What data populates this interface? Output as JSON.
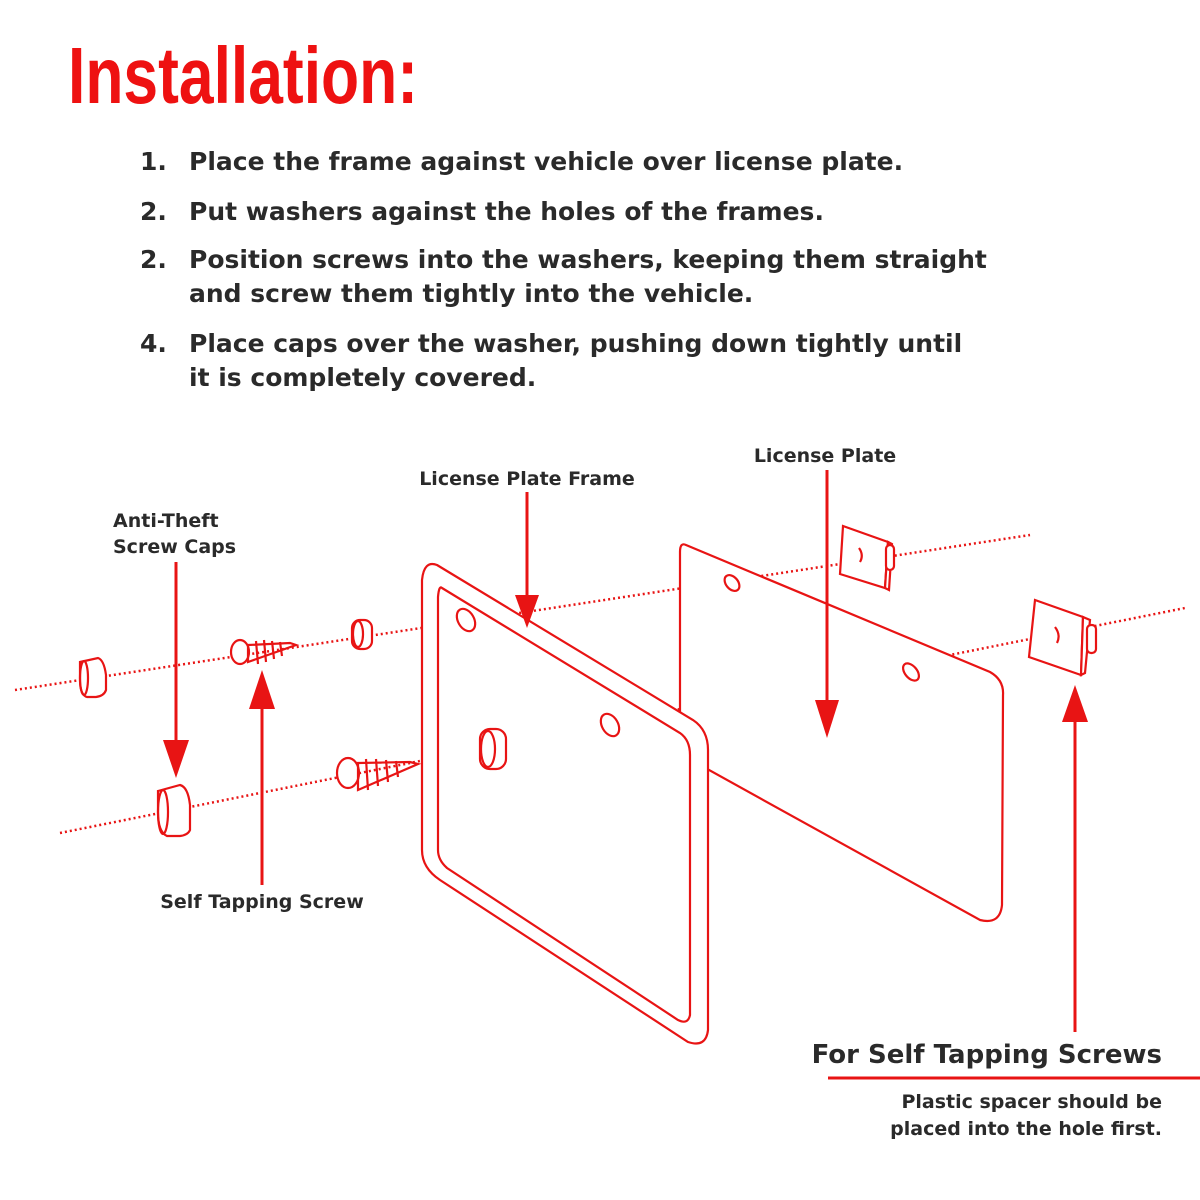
{
  "title": "Installation:",
  "steps": [
    {
      "num": "1.",
      "lines": [
        "Place the frame against vehicle over license plate."
      ]
    },
    {
      "num": "2.",
      "lines": [
        "Put washers against the holes of the frames."
      ]
    },
    {
      "num": "2.",
      "lines": [
        "Position screws into the washers, keeping them straight",
        "and screw them tightly into the vehicle."
      ]
    },
    {
      "num": "4.",
      "lines": [
        "Place caps over the washer, pushing down tightly until",
        "it is completely covered."
      ]
    }
  ],
  "labels": {
    "frame": "License Plate Frame",
    "plate": "License Plate",
    "caps_line1": "Anti-Theft",
    "caps_line2": "Screw Caps",
    "screw": "Self Tapping Screw"
  },
  "note": {
    "title": "For Self Tapping Screws",
    "line1": "Plastic spacer should be",
    "line2": "placed into the hole first."
  },
  "colors": {
    "accent": "#e81414",
    "text": "#2a2a2a"
  }
}
